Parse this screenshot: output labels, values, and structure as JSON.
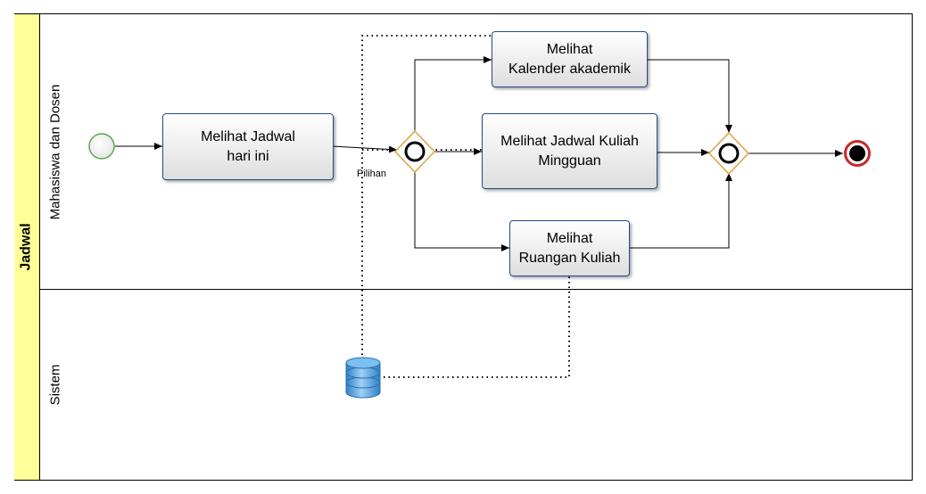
{
  "pool": {
    "label": "Jadwal"
  },
  "lanes": [
    {
      "id": "mahasiswa",
      "label": "Mahasiswa dan Dosen"
    },
    {
      "id": "sistem",
      "label": "Sistem"
    }
  ],
  "tasks": {
    "jadwal_hari_ini": "Melihat Jadwal\nhari ini",
    "kalender": "Melihat\nKalender akademik",
    "jadwal_mingguan": "Melihat Jadwal Kuliah\nMingguan",
    "ruangan": "Melihat\nRuangan Kuliah"
  },
  "edges": {
    "gateway_label": "Pilihan"
  },
  "colors": {
    "pool_header": "#ffff99",
    "task_border": "#1f4d89",
    "start_event": "#5aa84f",
    "end_event": "#c8292a",
    "gateway_border": "#d9a441",
    "datastore": "#3e8fd6"
  }
}
